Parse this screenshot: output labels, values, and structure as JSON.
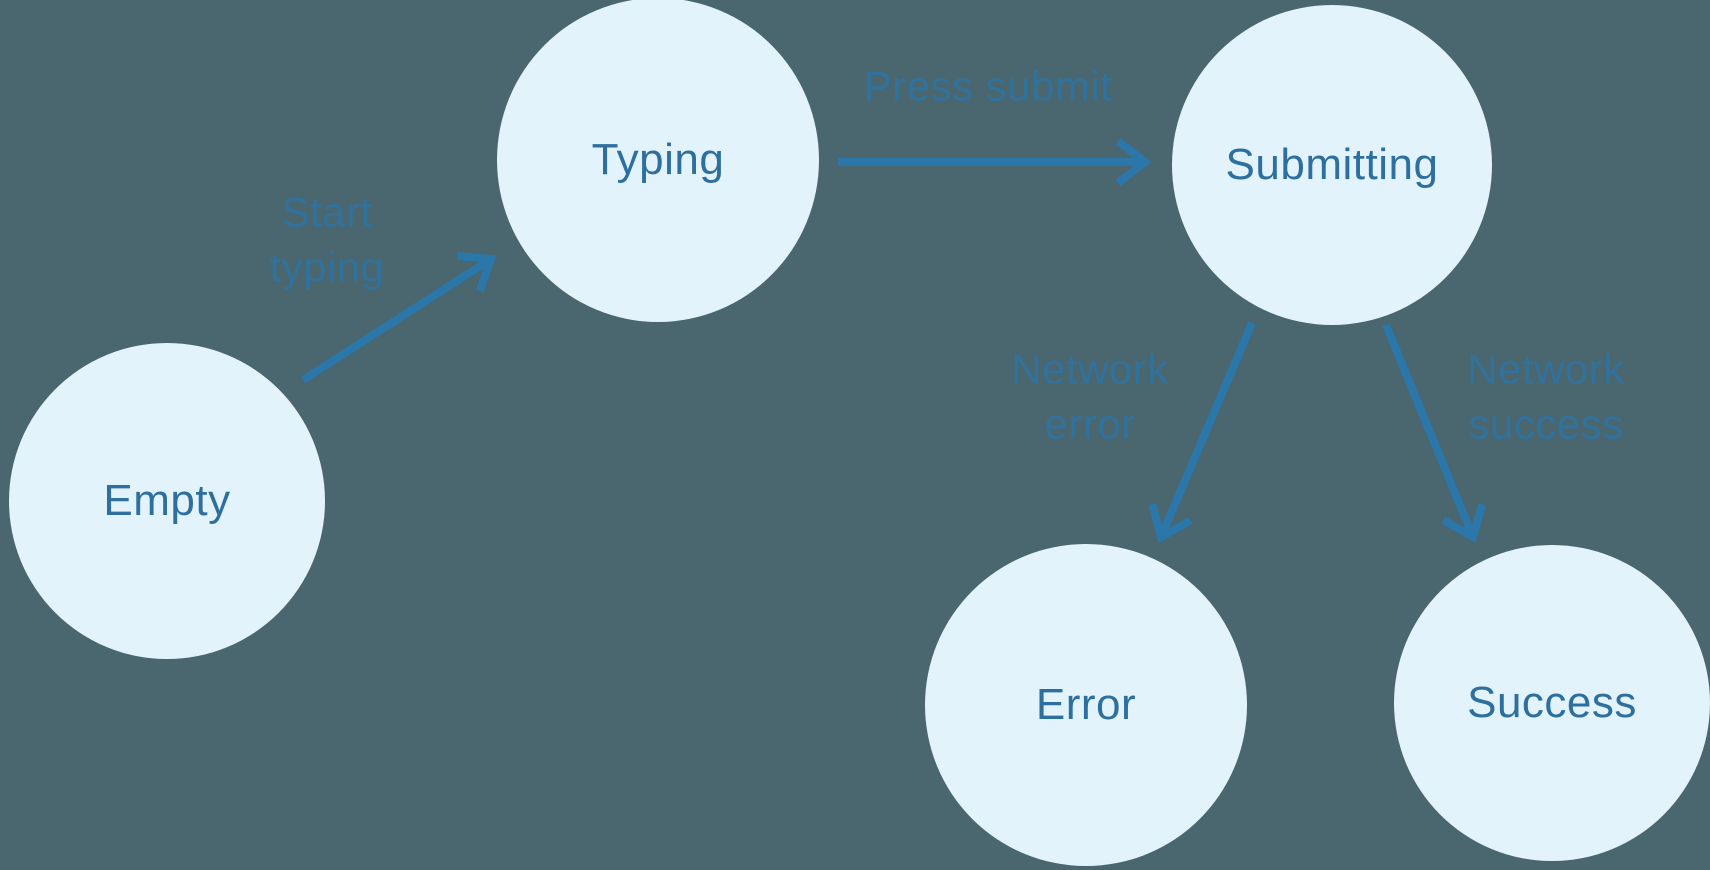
{
  "theme": {
    "background": "#4a666f",
    "node_fill": "#e2f3fc",
    "node_text": "#2d6f9e",
    "arrow": "#2b77aa",
    "edge_label_text": "#2e74a4"
  },
  "diagram": {
    "type": "state-machine",
    "nodes": [
      {
        "id": "empty",
        "label": "Empty"
      },
      {
        "id": "typing",
        "label": "Typing"
      },
      {
        "id": "submitting",
        "label": "Submitting"
      },
      {
        "id": "error",
        "label": "Error"
      },
      {
        "id": "success",
        "label": "Success"
      }
    ],
    "edges": [
      {
        "from": "empty",
        "to": "typing",
        "label": "Start typing"
      },
      {
        "from": "typing",
        "to": "submitting",
        "label": "Press submit"
      },
      {
        "from": "submitting",
        "to": "error",
        "label": "Network error"
      },
      {
        "from": "submitting",
        "to": "success",
        "label": "Network success"
      }
    ]
  }
}
